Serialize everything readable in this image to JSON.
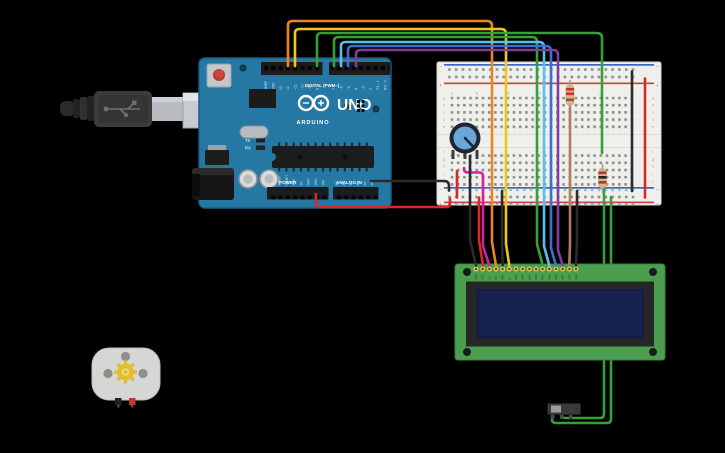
{
  "app": {
    "type": "circuit-canvas",
    "background": "#000000"
  },
  "arduino": {
    "title": "UNO",
    "brand": "ARDUINO",
    "digital_label": "DIGITAL (PWM~)",
    "power_label": "POWER",
    "analog_label": "ANALOG IN",
    "led_labels": {
      "l": "L",
      "tx": "TX",
      "rx": "RX",
      "on": "ON"
    },
    "digital_pins_left": [
      "AREF",
      "GND",
      "13",
      "12",
      "~11",
      "~10",
      "~9",
      "8"
    ],
    "digital_pins_right": [
      "7",
      "~6",
      "~5",
      "4",
      "~3",
      "2",
      "TX→1",
      "RX←0"
    ],
    "power_pins": [
      "IOREF",
      "RESET",
      "3.3V",
      "5V",
      "GND",
      "GND",
      "VIN"
    ],
    "analog_pins": [
      "A0",
      "A1",
      "A2",
      "A3",
      "A4",
      "A5"
    ]
  },
  "breadboard": {
    "column_numbers": [
      "1",
      "5",
      "10",
      "15",
      "20",
      "25",
      "30"
    ],
    "row_letters_top": [
      "a",
      "b",
      "c",
      "d",
      "e"
    ],
    "row_letters_bottom": [
      "f",
      "g",
      "h",
      "i",
      "j"
    ],
    "rail_minus": "−",
    "rail_plus": "+"
  },
  "lcd": {
    "pin_labels": [
      "GND",
      "VCC",
      "V0",
      "RS",
      "RW",
      "E",
      "DB0",
      "DB1",
      "DB2",
      "DB3",
      "DB4",
      "DB5",
      "DB6",
      "DB7",
      "LED",
      "LED"
    ]
  },
  "components": [
    {
      "name": "arduino-uno"
    },
    {
      "name": "breadboard-small"
    },
    {
      "name": "lcd-16x2"
    },
    {
      "name": "potentiometer"
    },
    {
      "name": "resistor-top",
      "bands": [
        "red",
        "red",
        "brown"
      ]
    },
    {
      "name": "resistor-bottom",
      "bands": [
        "red",
        "black",
        "red"
      ]
    },
    {
      "name": "dc-hobby-motor"
    },
    {
      "name": "slide-switch"
    },
    {
      "name": "usb-cable"
    }
  ],
  "wires": [
    {
      "color": "#e8871e",
      "name": "orange",
      "from": "arduino-pin-12",
      "to": "lcd-rs"
    },
    {
      "color": "#edc71c",
      "name": "yellow",
      "from": "arduino-pin-11",
      "to": "lcd-e"
    },
    {
      "color": "#35a037",
      "name": "green",
      "from": "arduino-pin-8",
      "to": "breadboard-switch-column"
    },
    {
      "color": "#35a037",
      "name": "green",
      "from": "arduino-pin-7",
      "to": "lcd-db4"
    },
    {
      "color": "#53c3e8",
      "name": "cyan",
      "from": "arduino-pin-6",
      "to": "lcd-db5"
    },
    {
      "color": "#3e6fd0",
      "name": "blue",
      "from": "arduino-pin-5",
      "to": "lcd-db6"
    },
    {
      "color": "#7d3fa0",
      "name": "purple",
      "from": "arduino-pin-4",
      "to": "lcd-db7"
    },
    {
      "color": "#d42a2a",
      "name": "red",
      "from": "arduino-5v",
      "to": "breadboard-plus-rail"
    },
    {
      "color": "#2b2b2b",
      "name": "black",
      "from": "arduino-gnd",
      "to": "breadboard-minus-rail"
    },
    {
      "color": "#d42a2a",
      "name": "red",
      "from": "breadboard-plus-rail",
      "to": "potentiometer-leg-1"
    },
    {
      "color": "#d6219c",
      "name": "magenta",
      "from": "potentiometer-wiper",
      "to": "lcd-v0"
    },
    {
      "color": "#2b2b2b",
      "name": "black",
      "from": "potentiometer-column",
      "to": "lcd-gnd"
    },
    {
      "color": "#d42a2a",
      "name": "red",
      "from": "breadboard-plus-rail",
      "to": "lcd-vcc"
    },
    {
      "color": "#2b2b2b",
      "name": "black",
      "from": "breadboard-minus-rail",
      "to": "lcd-rw"
    },
    {
      "color": "#a9805b",
      "name": "brown",
      "from": "resistor-top-column",
      "to": "lcd-led-anode"
    },
    {
      "color": "#2b2b2b",
      "name": "black",
      "from": "breadboard-minus-rail",
      "to": "lcd-led-cathode"
    },
    {
      "color": "#2b2b2b",
      "name": "black",
      "from": "top-minus-rail",
      "to": "bottom-minus-rail"
    },
    {
      "color": "#d42a2a",
      "name": "red",
      "from": "top-plus-rail",
      "to": "bottom-plus-rail"
    },
    {
      "color": "#35a037",
      "name": "green",
      "from": "switch-column",
      "to": "slideswitch-pin-middle"
    },
    {
      "color": "#35a037",
      "name": "green",
      "from": "breadboard-plus-rail",
      "to": "slideswitch-pin-left"
    }
  ],
  "colors": {
    "arduino_board": "#2678a4",
    "breadboard": "#efefec",
    "lcd_pcb": "#4b9e4e",
    "lcd_screen": "#131c47",
    "rail_red": "#cc4444",
    "rail_blue": "#3d65c9",
    "pot_knob": "#6aa6d8"
  }
}
